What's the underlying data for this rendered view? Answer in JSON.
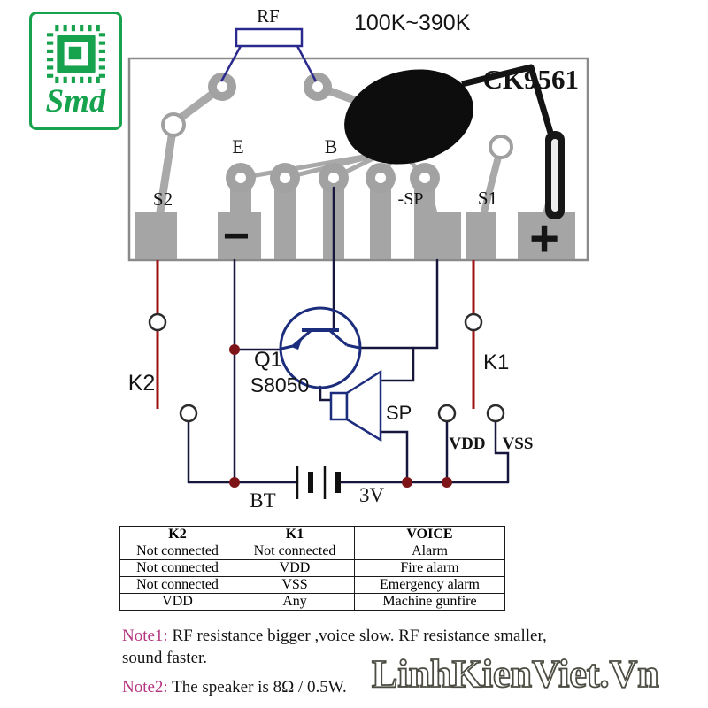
{
  "logo": {
    "text": "Smd"
  },
  "rf": {
    "label": "RF",
    "range": "100K~390K"
  },
  "board": {
    "chip_name": "CK9561",
    "pin_e": "E",
    "pin_b": "B",
    "pad_s2": "S2",
    "pad_sp": "-SP",
    "pad_s1": "S1",
    "minus_mark": "−",
    "plus_mark": "+"
  },
  "schematic": {
    "k2_label": "K2",
    "k1_label": "K1",
    "transistor_ref": "Q1",
    "transistor_part": "S8050",
    "speaker_label": "SP",
    "battery_label": "BT",
    "battery_voltage": "3V",
    "vdd_label": "VDD",
    "vss_label": "VSS"
  },
  "table": {
    "headers": [
      "K2",
      "K1",
      "VOICE"
    ],
    "rows": [
      [
        "Not connected",
        "Not connected",
        "Alarm"
      ],
      [
        "Not connected",
        "VDD",
        "Fire alarm"
      ],
      [
        "Not connected",
        "VSS",
        "Emergency alarm"
      ],
      [
        "VDD",
        "Any",
        "Machine gunfire"
      ]
    ]
  },
  "notes": {
    "note1_label": "Note1:",
    "note1_line1": " RF resistance bigger ,voice slow. RF resistance smaller,",
    "note1_line2": "sound faster.",
    "note2_label": "Note2:",
    "note2_text": " The speaker is 8Ω / 0.5W."
  },
  "watermark": "LinhKienViet.Vn",
  "colors": {
    "logo_green": "#17a24d",
    "rf_red": "#cc2222",
    "range_magenta": "#cf3f82",
    "vdd_red": "#cc1111",
    "vss_magenta": "#c03a8c",
    "wire_dark": "#17173d",
    "symbol_blue": "#1d2d7d",
    "stem_red": "#9e1212",
    "pad_gray": "#a5a5a5"
  }
}
